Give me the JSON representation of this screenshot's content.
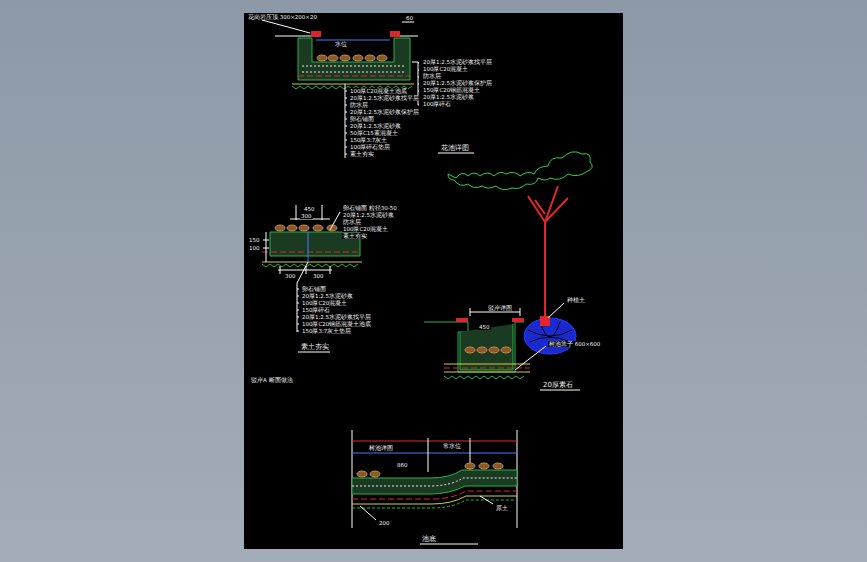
{
  "diagram": {
    "labels": [
      "花岗岩压顶 300×200×20",
      "60",
      "水位",
      "20厚1:2.5水泥砂浆找平层",
      "100厚C20混凝土",
      "防水层",
      "20厚1:2.5水泥砂浆保护层",
      "150厚C20钢筋混凝土",
      "20厚1:2.5水泥砂浆",
      "100厚碎石",
      "100厚C20混凝土池底",
      "20厚1:2.5水泥砂浆找平层",
      "防水层",
      "20厚1:2.5水泥砂浆保护层",
      "卵石铺面",
      "20厚1:2.5水泥砂浆",
      "50厚C15素混凝土",
      "150厚3:7灰土",
      "100厚碎石垫层",
      "素土夯实",
      "花池详图",
      "450",
      "300",
      "150",
      "100",
      "卵石铺面 粒径30-50",
      "20厚1:2.5水泥砂浆",
      "防水层",
      "100厚C20混凝土",
      "素土夯实",
      "300",
      "300",
      "卵石铺面",
      "20厚1:2.5水泥砂浆",
      "100厚C20混凝土",
      "150厚碎石",
      "20厚1:2.5水泥砂浆找平层",
      "100厚C20钢筋混凝土池底",
      "150厚3:7灰土垫层",
      "素土夯实",
      "驳岸详图",
      "450",
      "种植土",
      "树池箅子 600×600",
      "20厚素石",
      "树池详图",
      "常水位",
      "860",
      "200",
      "原土",
      "池底",
      "驳岸A 断面做法"
    ]
  }
}
